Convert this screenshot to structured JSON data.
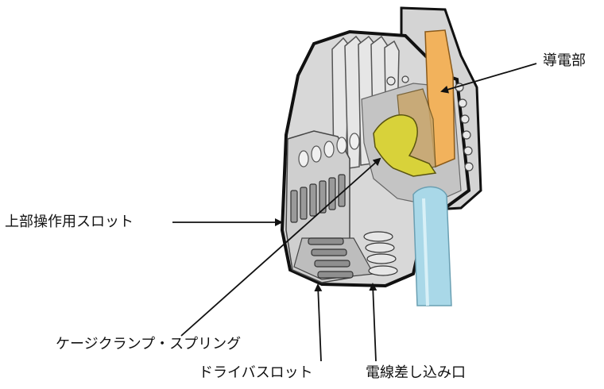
{
  "labels": {
    "conductor": "導電部",
    "top_operation_slot": "上部操作用スロット",
    "cage_clamp_spring": "ケージクランプ・スプリング",
    "driver_slot": "ドライバスロット",
    "wire_insertion_port": "電線差し込み口"
  },
  "colors": {
    "housing": "#d8d8d8",
    "housing_shade": "#b9b9b9",
    "outline": "#111111",
    "conductor": "#f2b25c",
    "spring": "#d8d23a",
    "wire": "#a9d8e8"
  }
}
